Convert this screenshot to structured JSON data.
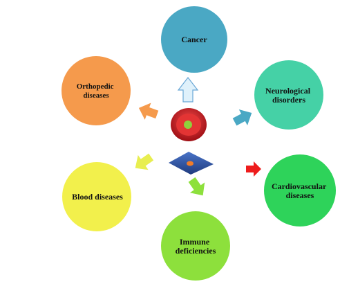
{
  "diagram": {
    "nodes": [
      {
        "id": "cancer",
        "lines": [
          "Cancer"
        ],
        "color": "#4aa8c4"
      },
      {
        "id": "neuro",
        "lines": [
          "Neurological",
          "disorders"
        ],
        "color": "#45d1a6"
      },
      {
        "id": "cardio",
        "lines": [
          "Cardiovascular",
          "diseases"
        ],
        "color": "#2ed35a"
      },
      {
        "id": "immune",
        "lines": [
          "Immune",
          "deficiencies"
        ],
        "color": "#8de03c"
      },
      {
        "id": "blood",
        "lines": [
          "Blood diseases"
        ],
        "color": "#f2f04c"
      },
      {
        "id": "ortho",
        "lines": [
          "Orthopedic",
          "diseases"
        ],
        "color": "#f59a4c"
      }
    ],
    "arrows": [
      {
        "id": "to-cancer",
        "color": "#dff1fb",
        "stroke": "#6aa8d6"
      },
      {
        "id": "to-neuro",
        "color": "#4aa8c4",
        "stroke": "none"
      },
      {
        "id": "to-cardio",
        "color": "#ee1c1c",
        "stroke": "none"
      },
      {
        "id": "to-immune",
        "color": "#8de03c",
        "stroke": "none"
      },
      {
        "id": "to-blood",
        "color": "#e8ee50",
        "stroke": "none"
      },
      {
        "id": "to-ortho",
        "color": "#f59a4c",
        "stroke": "none"
      }
    ],
    "center": {
      "cell_color": "#c8141c",
      "cell_inner": "#e33434",
      "nucleus_color": "#8fcf3c",
      "diamond_color": "#2d4f9e",
      "diamond_dot": "#f07c2a"
    }
  }
}
